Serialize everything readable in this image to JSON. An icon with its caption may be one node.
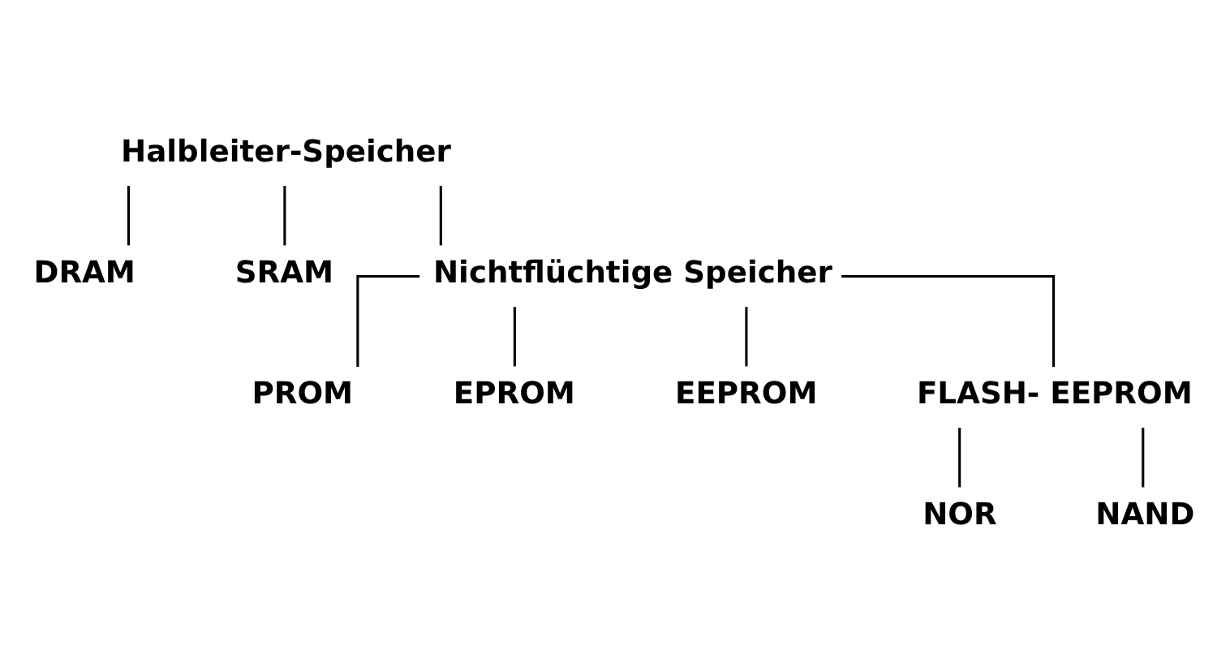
{
  "diagram": {
    "nodes": [
      {
        "text": [
          "Halbleiter-Speicher"
        ]
      },
      {
        "text": [
          "DRAM"
        ]
      },
      {
        "text": [
          "SRAM"
        ]
      },
      {
        "text": [
          "Nichtflüchtige Speicher"
        ]
      },
      {
        "text": [
          "PROM"
        ]
      },
      {
        "text": [
          "EPROM"
        ]
      },
      {
        "text": [
          "EEPROM"
        ]
      },
      {
        "text": [
          "FLASH- EEPROM"
        ]
      },
      {
        "text": [
          "NOR"
        ]
      },
      {
        "text": [
          "NAND"
        ]
      }
    ],
    "edges": [
      {
        "from": 0,
        "to": 1,
        "arrow": "none"
      },
      {
        "from": 0,
        "to": 2,
        "arrow": "none"
      },
      {
        "from": 0,
        "to": 3,
        "arrow": "none"
      },
      {
        "from": 3,
        "to": 4,
        "arrow": "none"
      },
      {
        "from": 3,
        "to": 5,
        "arrow": "none"
      },
      {
        "from": 3,
        "to": 6,
        "arrow": "none"
      },
      {
        "from": 3,
        "to": 7,
        "arrow": "none"
      },
      {
        "from": 7,
        "to": 8,
        "arrow": "none"
      },
      {
        "from": 7,
        "to": 9,
        "arrow": "none"
      }
    ]
  }
}
